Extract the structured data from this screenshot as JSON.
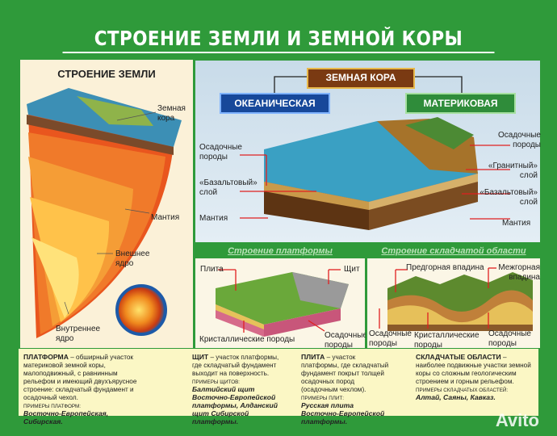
{
  "title": "СТРОЕНИЕ ЗЕМЛИ И ЗЕМНОЙ КОРЫ",
  "earth": {
    "heading": "СТРОЕНИЕ ЗЕМЛИ",
    "crust": "Земная кора",
    "mantle": "Мантия",
    "outer_core": "Внешнее ядро",
    "inner_core": "Внутреннее ядро"
  },
  "crust": {
    "heading": "ЗЕМНАЯ КОРА",
    "oceanic": "ОКЕАНИЧЕСКАЯ",
    "continental": "МАТЕРИКОВАЯ",
    "left_labels": [
      "Осадочные породы",
      "«Базальтовый» слой",
      "Мантия"
    ],
    "right_labels": [
      "Осадочные породы",
      "«Гранитный» слой",
      "«Базальтовый» слой",
      "Мантия"
    ]
  },
  "platform": {
    "heading": "Строение платформы",
    "plate": "Плита",
    "shield": "Щит",
    "crystalline": "Кристаллические породы",
    "sedimentary": "Осадочные породы"
  },
  "folded": {
    "heading": "Строение складчатой области",
    "foredeep": "Предгорная впадина",
    "intermontane": "Межгорная впадина",
    "sedimentary": "Осадочные породы",
    "crystalline": "Кристаллические породы",
    "sedimentary2": "Осадочные породы"
  },
  "definitions": [
    {
      "term": "ПЛАТФОРМА",
      "text": " – обширный участок материковой земной коры, малоподвижный, с равнинным рельефом и имеющий двухъярусное строение: складчатый фундамент и осадочный чехол.",
      "examples_label": "ПРИМЕРЫ ПЛАТФОРМ:",
      "examples": "Восточно-Европейская, Сибирская."
    },
    {
      "term": "ЩИТ",
      "text": " – участок платформы, где складчатый фундамент выходит на поверхность.",
      "examples_label": "ПРИМЕРЫ ЩИТОВ:",
      "examples": "Балтийский щит Восточно-Европейской платформы, Алданский щит Сибирской платформы."
    },
    {
      "term": "ПЛИТА",
      "text": " – участок платформы, где складчатый фундамент покрыт толщей осадочных пород (осадочным чехлом).",
      "examples_label": "ПРИМЕРЫ ПЛИТ:",
      "examples": "Русская плита Восточно-Европейской платформы."
    },
    {
      "term": "СКЛАДЧАТЫЕ ОБЛАСТИ",
      "text": " – наиболее подвижные участки земной коры со сложным геологическим строением и горным рельефом.",
      "examples_label": "ПРИМЕРЫ СКЛАДЧАТЫХ ОБЛАСТЕЙ:",
      "examples": "Алтай, Саяны, Кавказ."
    }
  ],
  "watermark": "Avito"
}
